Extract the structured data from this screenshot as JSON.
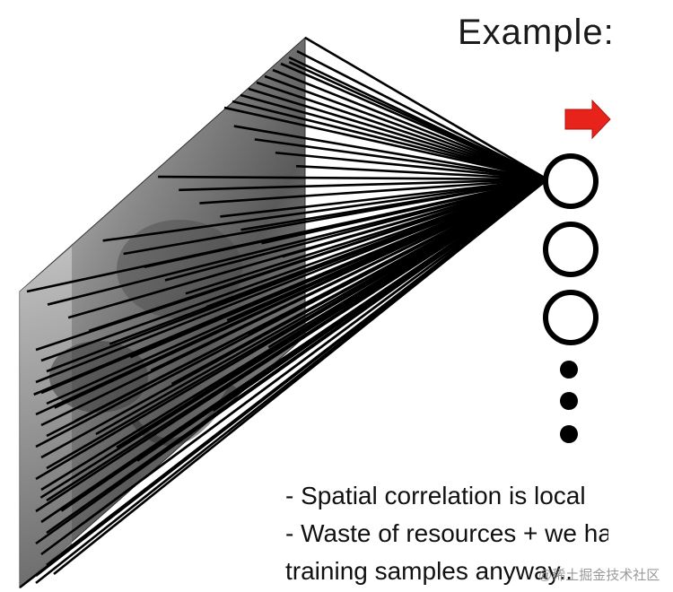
{
  "slide": {
    "title": "Example:",
    "bullets": [
      "- Spatial correlation is local",
      "- Waste of resources + we have not enough",
      "training samples anyway.."
    ],
    "watermark": "@稀土掘金技术社区"
  },
  "neurons": {
    "open_circles": 3,
    "ellipsis_dots": 3
  },
  "icons": {
    "arrow": "red-arrow-icon"
  },
  "colors": {
    "arrow": "#e8231c",
    "lines": "#000000",
    "text": "#111111"
  }
}
